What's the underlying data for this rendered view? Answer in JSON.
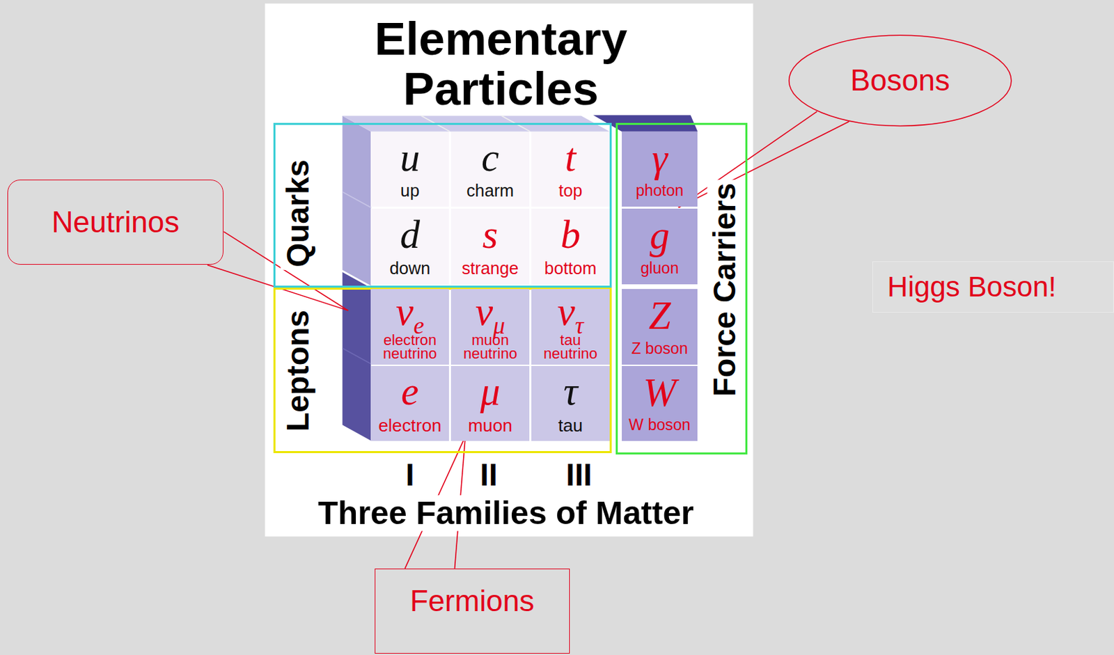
{
  "diagram": {
    "title": "Elementary Particles",
    "nodes": [
      {
        "text": [
          "Quarks"
        ]
      },
      {
        "text": [
          "u",
          "up"
        ],
        "in": 0
      },
      {
        "text": [
          "c",
          "charm"
        ],
        "in": 0
      },
      {
        "text": [
          "t",
          "top"
        ],
        "in": 0
      },
      {
        "text": [
          "d",
          "down"
        ],
        "in": 0
      },
      {
        "text": [
          "s",
          "strange"
        ],
        "in": 0
      },
      {
        "text": [
          "b",
          "bottom"
        ],
        "in": 0
      },
      {
        "text": [
          "Leptons"
        ]
      },
      {
        "text": [
          "νe",
          "electron neutrino"
        ],
        "in": 7
      },
      {
        "text": [
          "νμ",
          "muon neutrino"
        ],
        "in": 7
      },
      {
        "text": [
          "ντ",
          "tau neutrino"
        ],
        "in": 7
      },
      {
        "text": [
          "e",
          "electron"
        ],
        "in": 7
      },
      {
        "text": [
          "μ",
          "muon"
        ],
        "in": 7
      },
      {
        "text": [
          "τ",
          "tau"
        ],
        "in": 7
      },
      {
        "text": [
          "Force Carriers"
        ]
      },
      {
        "text": [
          "γ",
          "photon"
        ],
        "in": 14
      },
      {
        "text": [
          "g",
          "gluon"
        ],
        "in": 14
      },
      {
        "text": [
          "Z",
          "Z boson"
        ],
        "in": 14
      },
      {
        "text": [
          "W",
          "W boson"
        ],
        "in": 14
      },
      {
        "text": [
          "Neutrinos"
        ]
      },
      {
        "text": [
          "Bosons"
        ]
      },
      {
        "text": [
          "Fermions"
        ]
      },
      {
        "text": [
          "Higgs Boson!"
        ]
      }
    ],
    "labels": [
      "I",
      "II",
      "III",
      "Three Families of Matter"
    ]
  }
}
